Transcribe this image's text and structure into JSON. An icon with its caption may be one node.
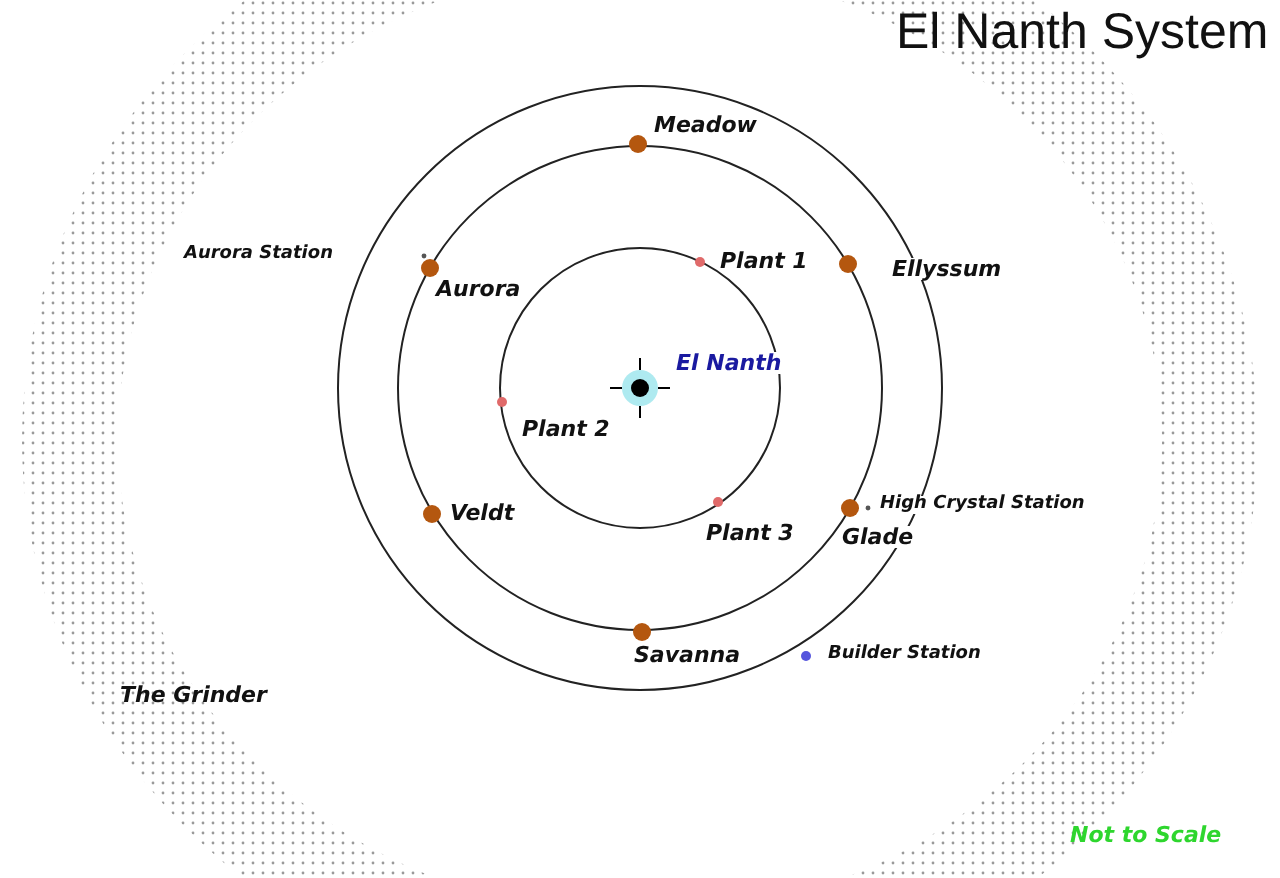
{
  "diagram": {
    "title": "El Nanth System",
    "labels": [
      "Meadow",
      "Aurora Station",
      "Plant 1",
      "Ellyssum",
      "Aurora",
      "El Nanth",
      "Plant 2",
      "Veldt",
      "High Crystal Station",
      "Plant 3",
      "Glade",
      "Savanna",
      "Builder Station",
      "The Grinder",
      "Not to Scale"
    ]
  }
}
